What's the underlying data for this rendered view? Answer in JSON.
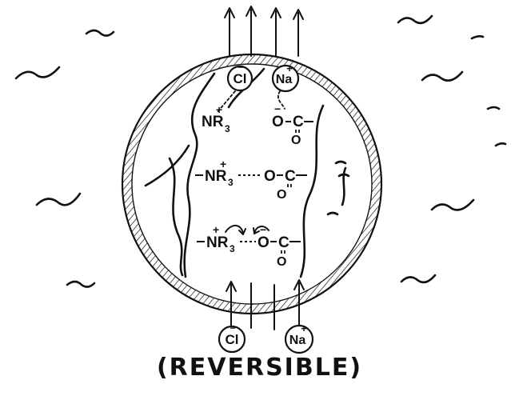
{
  "diagram": {
    "caption": "(REVERSIBLE)",
    "ions": {
      "chloride": "Cl",
      "chloride_charge": "−",
      "sodium": "Na",
      "sodium_charge": "+"
    },
    "groups": {
      "ammonium": "NR",
      "ammonium_sub": "3",
      "ammonium_charge": "+",
      "bond": "---",
      "oxygen": "O",
      "oxygen_charge": "−",
      "carbon": "C",
      "carbonyl_oxygen": "O"
    }
  }
}
